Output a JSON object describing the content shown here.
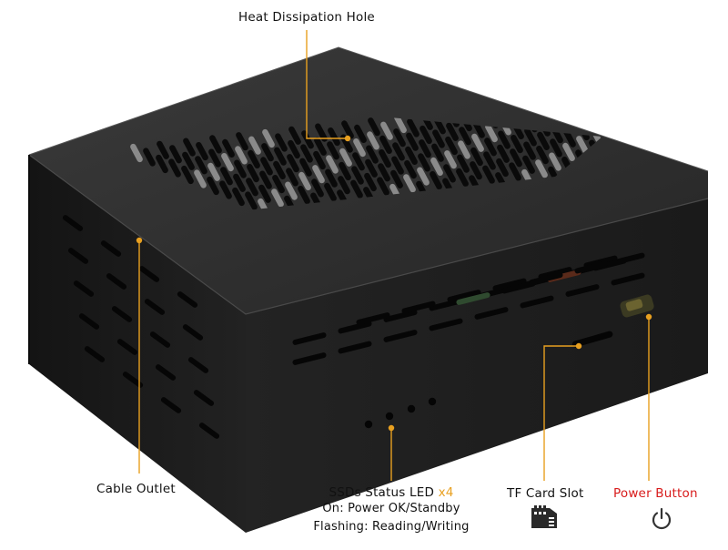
{
  "callouts": {
    "heat_dissipation_hole": "Heat Dissipation Hole",
    "cable_outlet": "Cable Outlet",
    "ssd_status_led": {
      "title": "SSDs Status LED",
      "multiplier": "x4",
      "on_state": "On: Power OK/Standby",
      "flashing_state": "Flashing: Reading/Writing"
    },
    "tf_card_slot": "TF Card Slot",
    "power_button": "Power Button"
  },
  "icons": {
    "tf_card": "sd-card-icon",
    "power": "power-icon"
  },
  "colors": {
    "leader_line": "#e8a020",
    "power_label": "#d81b1b",
    "enclosure": "#1f1f1f"
  }
}
